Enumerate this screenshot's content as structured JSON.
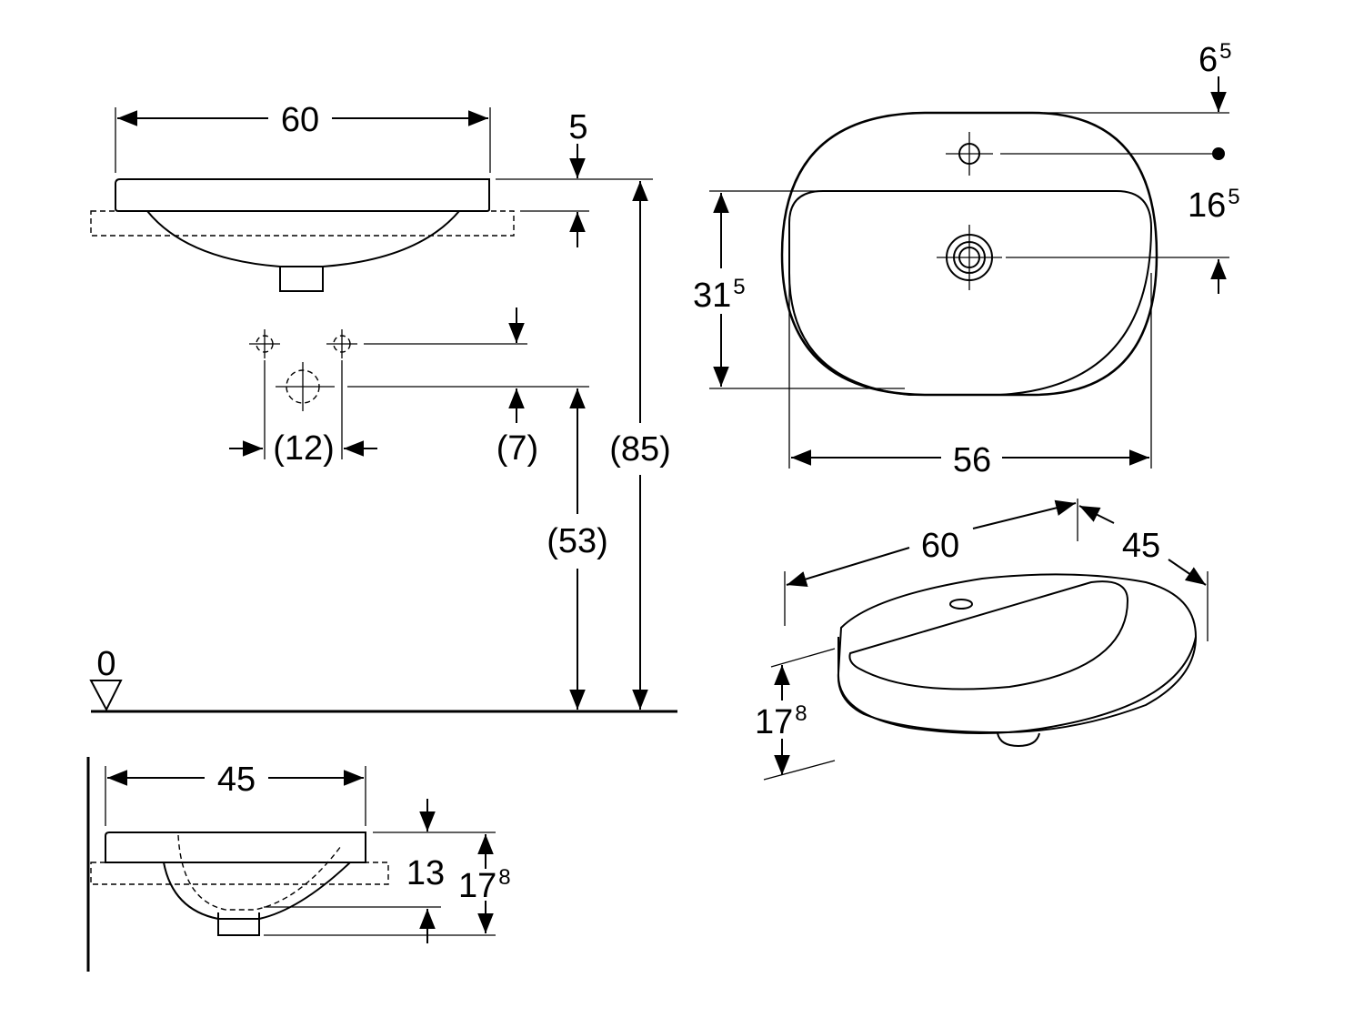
{
  "dimensions": {
    "front_width": "60",
    "rim_thickness": "5",
    "tap_hole_spacing": "(12)",
    "tap_offset": "(7)",
    "outlet_height": "(53)",
    "overall_height": "(85)",
    "floor_level": "0",
    "side_depth": "45",
    "side_rim": "13",
    "side_total_main": "17",
    "side_total_sup": "8",
    "top_hole_offset_main": "6",
    "top_hole_offset_sup": "5",
    "top_outlet_offset_main": "16",
    "top_outlet_offset_sup": "5",
    "top_bowl_depth_main": "31",
    "top_bowl_depth_sup": "5",
    "top_bowl_width": "56",
    "iso_width": "60",
    "iso_depth": "45",
    "iso_height_main": "17",
    "iso_height_sup": "8"
  }
}
